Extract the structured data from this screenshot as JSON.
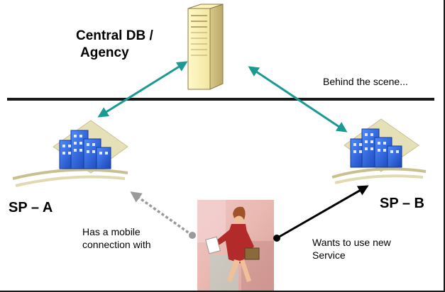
{
  "central": {
    "line1": "Central DB /",
    "line2": "Agency"
  },
  "behind_scene": "Behind the scene...",
  "sp_a": {
    "label": "SP – A"
  },
  "sp_b": {
    "label": "SP – B"
  },
  "notes": {
    "left_line1": "Has a mobile",
    "left_line2": "connection with",
    "right_line1": "Wants to use new",
    "right_line2": "Service"
  },
  "colors": {
    "teal_arrow": "#1b9a94",
    "divider": "#1a1a1a",
    "building_blue": "#1f58d8",
    "tan_base": "#e6e0b8"
  }
}
